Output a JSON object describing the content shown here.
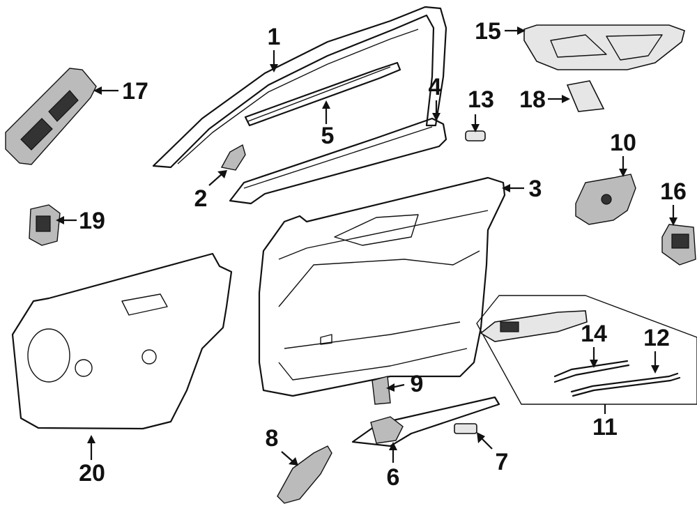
{
  "callouts": {
    "c1": "1",
    "c2": "2",
    "c3": "3",
    "c4": "4",
    "c5": "5",
    "c6": "6",
    "c7": "7",
    "c8": "8",
    "c9": "9",
    "c10": "10",
    "c11": "11",
    "c12": "12",
    "c13": "13",
    "c14": "14",
    "c15": "15",
    "c16": "16",
    "c17": "17",
    "c18": "18",
    "c19": "19",
    "c20": "20"
  },
  "colors": {
    "ink": "#111111",
    "background": "#ffffff"
  }
}
